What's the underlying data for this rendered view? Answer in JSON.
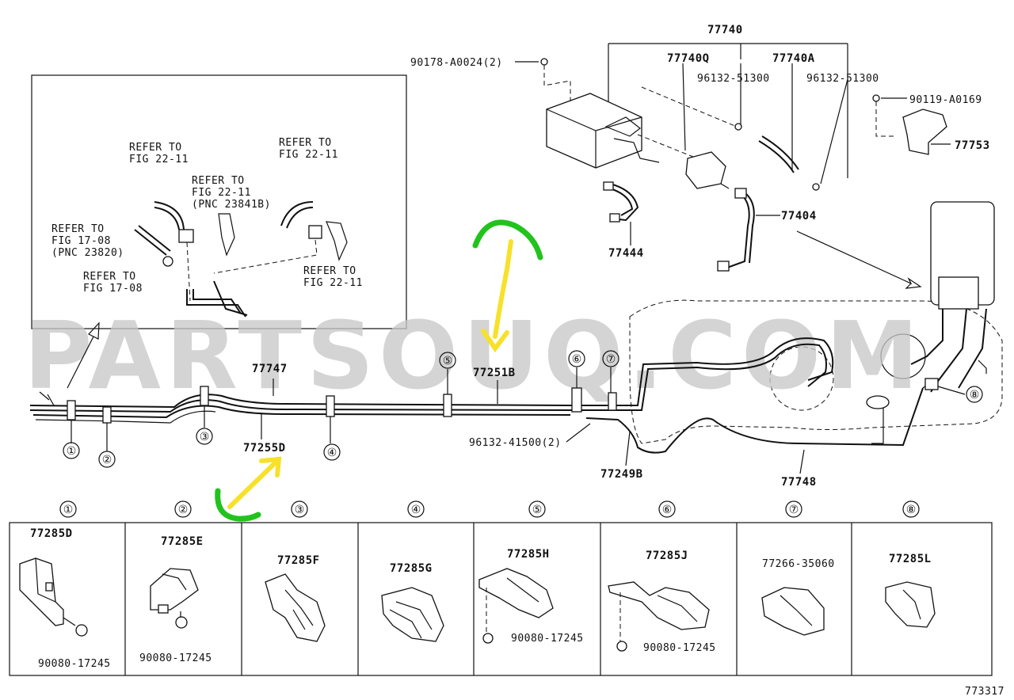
{
  "watermark": "PARTSOUQ.COM",
  "figure_number": "773317",
  "top_labels": {
    "p77740": "77740",
    "p77740q": "77740Q",
    "p77740a": "77740A",
    "p90178": "90178-A0024(2)",
    "p96132a": "96132-51300",
    "p96132b": "96132-51300",
    "p90119": "90119-A0169",
    "p77753": "77753",
    "p77404": "77404",
    "p77444": "77444"
  },
  "inset_labels": {
    "r1a": "REFER TO",
    "r1b": "FIG 22-11",
    "r2a": "REFER TO",
    "r2b": "FIG 22-11",
    "r2c": "(PNC 23841B)",
    "r3a": "REFER TO",
    "r3b": "FIG 22-11",
    "r4a": "REFER TO",
    "r4b": "FIG 17-08",
    "r4c": "(PNC 23820)",
    "r5a": "REFER TO",
    "r5b": "FIG 17-08",
    "r6a": "REFER TO",
    "r6b": "FIG 22-11"
  },
  "main_labels": {
    "p77747": "77747",
    "p77255d": "77255D",
    "p77251b": "77251B",
    "p96132c": "96132-41500(2)",
    "p77249b": "77249B",
    "p77748": "77748"
  },
  "callouts": [
    "①",
    "②",
    "③",
    "④",
    "⑤",
    "⑥",
    "⑦",
    "⑧"
  ],
  "panels": [
    {
      "num": "①",
      "part": "77285D",
      "sub": "90080-17245"
    },
    {
      "num": "②",
      "part": "77285E",
      "sub": "90080-17245"
    },
    {
      "num": "③",
      "part": "77285F",
      "sub": ""
    },
    {
      "num": "④",
      "part": "77285G",
      "sub": ""
    },
    {
      "num": "⑤",
      "part": "77285H",
      "sub": "90080-17245"
    },
    {
      "num": "⑥",
      "part": "77285J",
      "sub": "90080-17245"
    },
    {
      "num": "⑦",
      "part": "77266-35060",
      "sub": ""
    },
    {
      "num": "⑧",
      "part": "77285L",
      "sub": ""
    }
  ],
  "colors": {
    "annotation_green": "#22c31c",
    "annotation_yellow": "#f7e12a",
    "watermark": "#c8c8c8"
  }
}
